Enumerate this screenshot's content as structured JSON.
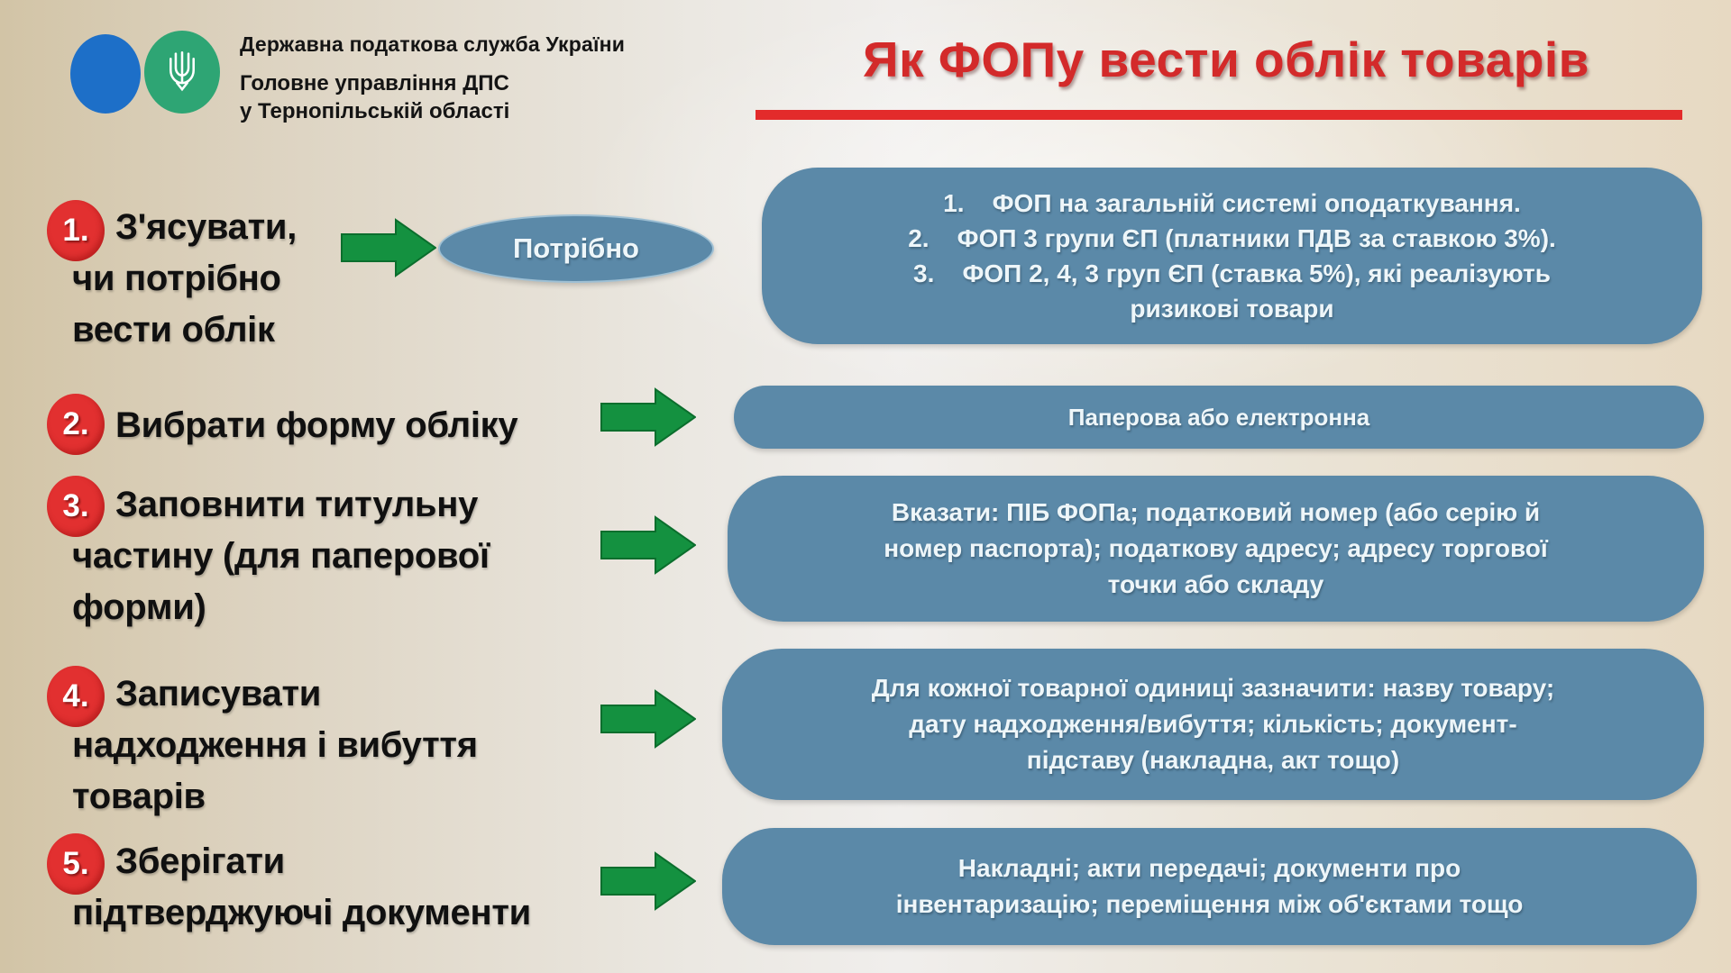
{
  "header": {
    "org_line1": "Державна податкова служба України",
    "org_line2": "Головне управління ДПС",
    "org_line3": "у Тернопільській області"
  },
  "title": {
    "text": "Як ФОПу вести облік товарів"
  },
  "steps": [
    {
      "number": "1.",
      "label_lines": [
        "З'ясувати,",
        "чи потрібно",
        "вести облік"
      ],
      "result_label": "Потрібно",
      "detail_lines": [
        "1.    ФОП на загальній системі оподаткування.",
        "2.    ФОП 3 групи ЄП (платники ПДВ за ставкою 3%).",
        "3.    ФОП 2, 4, 3 груп ЄП (ставка 5%), які реалізують",
        "ризикові товари"
      ]
    },
    {
      "number": "2.",
      "label_lines": [
        "Вибрати форму обліку"
      ],
      "detail_lines": [
        "Паперова або електронна"
      ]
    },
    {
      "number": "3.",
      "label_lines": [
        "Заповнити титульну",
        "частину (для паперової",
        "форми)"
      ],
      "detail_lines": [
        "Вказати: ПІБ ФОПа; податковий номер (або серію й",
        "номер паспорта); податкову адресу; адресу торгової",
        "точки або складу"
      ]
    },
    {
      "number": "4.",
      "label_lines": [
        "Записувати",
        "надходження і вибуття",
        "товарів"
      ],
      "detail_lines": [
        "Для кожної товарної одиниці зазначити: назву товару;",
        "дату надходження/вибуття; кількість; документ-",
        "підставу (накладна, акт тощо)"
      ]
    },
    {
      "number": "5.",
      "label_lines": [
        "Зберігати",
        "підтверджуючі документи"
      ],
      "detail_lines": [
        "Накладні; акти передачі; документи про",
        "інвентаризацію; переміщення між об'єктами тощо"
      ]
    }
  ],
  "colors": {
    "title_red": "#d32a2a",
    "underline_red": "#e32b2b",
    "box_blue": "#5b89a8",
    "arrow_green": "#149140",
    "badge_red": "#e23030",
    "logo_blue": "#1d6fc8",
    "logo_green": "#2ea574"
  }
}
